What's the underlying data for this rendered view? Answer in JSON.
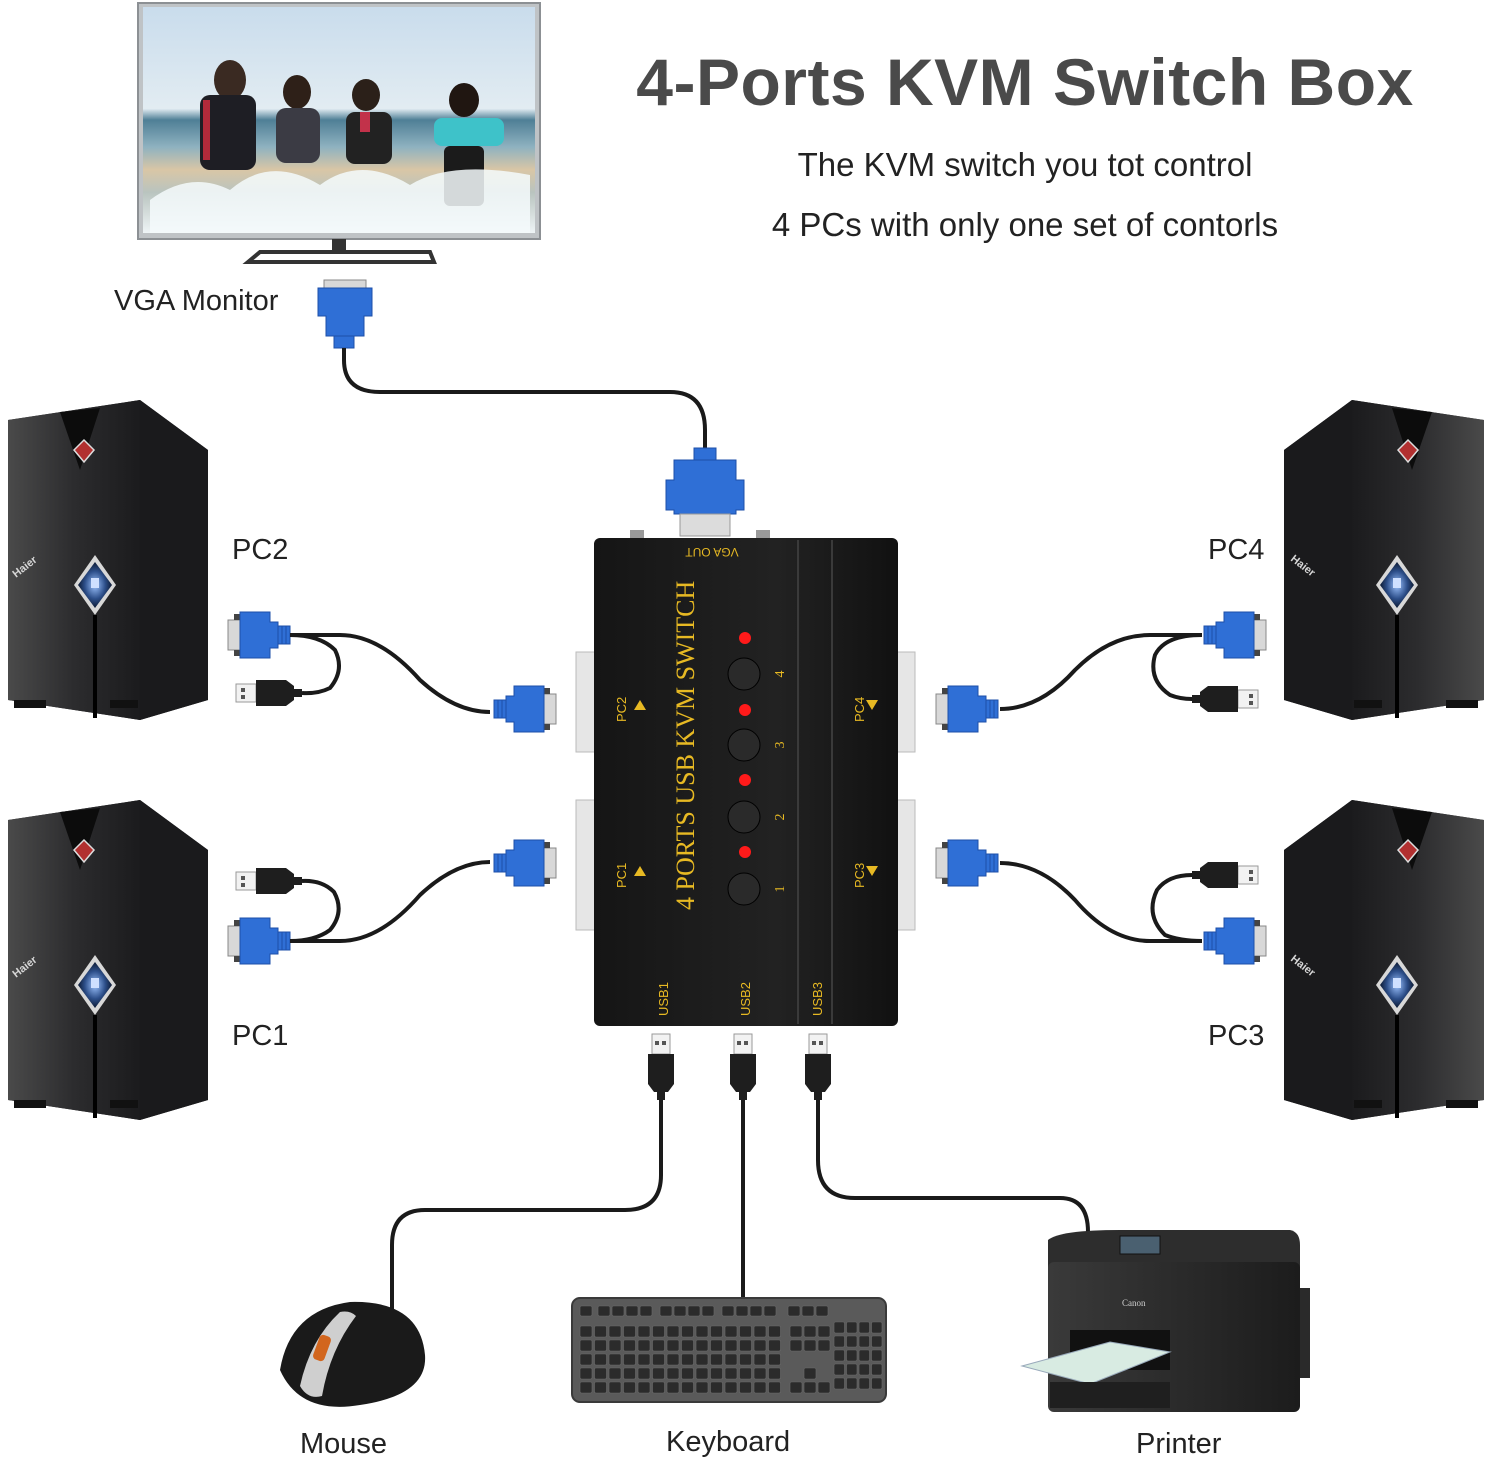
{
  "header": {
    "title": "4-Ports KVM Switch Box",
    "subtitle_line1": "The KVM switch you tot control",
    "subtitle_line2": "4 PCs with only one set of contorls"
  },
  "devices": {
    "monitor": "VGA Monitor",
    "pc1": "PC1",
    "pc2": "PC2",
    "pc3": "PC3",
    "pc4": "PC4",
    "mouse": "Mouse",
    "keyboard": "Keyboard",
    "printer": "Printer"
  },
  "switch_box": {
    "name": "4 PORTS USB KVM SWITCH",
    "vga_out": "VGA OUT",
    "port_labels": [
      "PC1",
      "PC2",
      "PC3",
      "PC4"
    ],
    "buttons": [
      "1",
      "2",
      "3",
      "4"
    ],
    "usb_ports": [
      "USB1",
      "USB2",
      "USB3"
    ]
  },
  "brand": {
    "pc_brand": "Haier",
    "printer_brand": "Canon"
  },
  "colors": {
    "vga_blue": "#2f6fd6",
    "led_red": "#ff1a1a",
    "gold_text": "#e7b923",
    "title_gray": "#4a4a4a"
  }
}
